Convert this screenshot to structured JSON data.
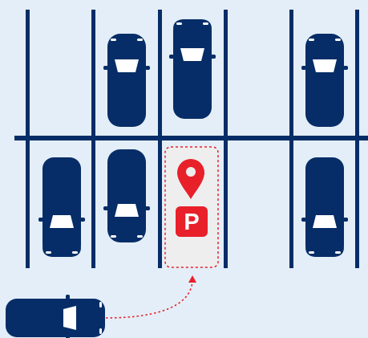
{
  "scene": {
    "background": "#e4eef8",
    "line_color": "#062d67",
    "car_color": "#062d67",
    "window_color": "#ffffff",
    "accent_color": "#e8202a",
    "target_fill": "#eeeeee"
  },
  "parking_sign": {
    "letter": "P",
    "icon": "parking-sign-icon"
  },
  "location_marker": {
    "icon": "map-pin-icon"
  },
  "route": {
    "style": "dotted",
    "icon": "arrow-up-icon"
  },
  "cars": [
    {
      "name": "parked-car-top-2",
      "facing": "up"
    },
    {
      "name": "parked-car-top-3",
      "facing": "up"
    },
    {
      "name": "parked-car-top-5",
      "facing": "up"
    },
    {
      "name": "parked-car-bottom-1",
      "facing": "down"
    },
    {
      "name": "parked-car-bottom-2",
      "facing": "down"
    },
    {
      "name": "parked-car-bottom-5",
      "facing": "down"
    },
    {
      "name": "moving-car",
      "facing": "right"
    }
  ]
}
